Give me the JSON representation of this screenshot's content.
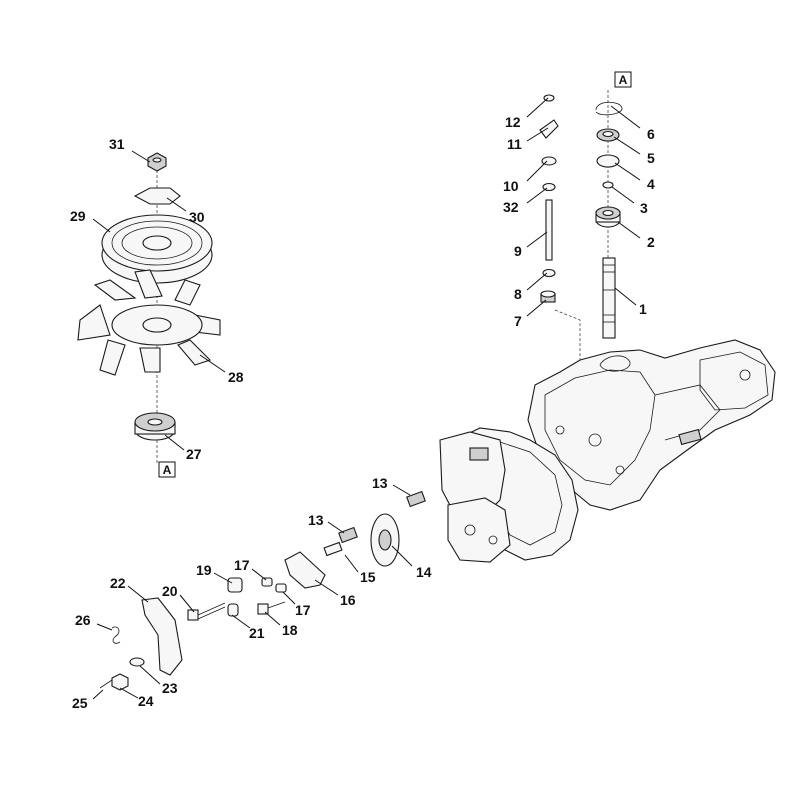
{
  "callouts": {
    "p1": "1",
    "p2": "2",
    "p3": "3",
    "p4": "4",
    "p5": "5",
    "p6": "6",
    "p7": "7",
    "p8": "8",
    "p9": "9",
    "p10": "10",
    "p11": "11",
    "p12": "12",
    "p13a": "13",
    "p13b": "13",
    "p14": "14",
    "p15": "15",
    "p16": "16",
    "p17a": "17",
    "p17b": "17",
    "p18": "18",
    "p19": "19",
    "p20": "20",
    "p21": "21",
    "p22": "22",
    "p23": "23",
    "p24": "24",
    "p25": "25",
    "p26": "26",
    "p27": "27",
    "p28": "28",
    "p29": "29",
    "p30": "30",
    "p31": "31",
    "p32": "32"
  },
  "refs": {
    "top": "A",
    "bottom": "A"
  },
  "colors": {
    "line": "#111111",
    "fill": "#f7f7f7",
    "background": "#ffffff"
  }
}
